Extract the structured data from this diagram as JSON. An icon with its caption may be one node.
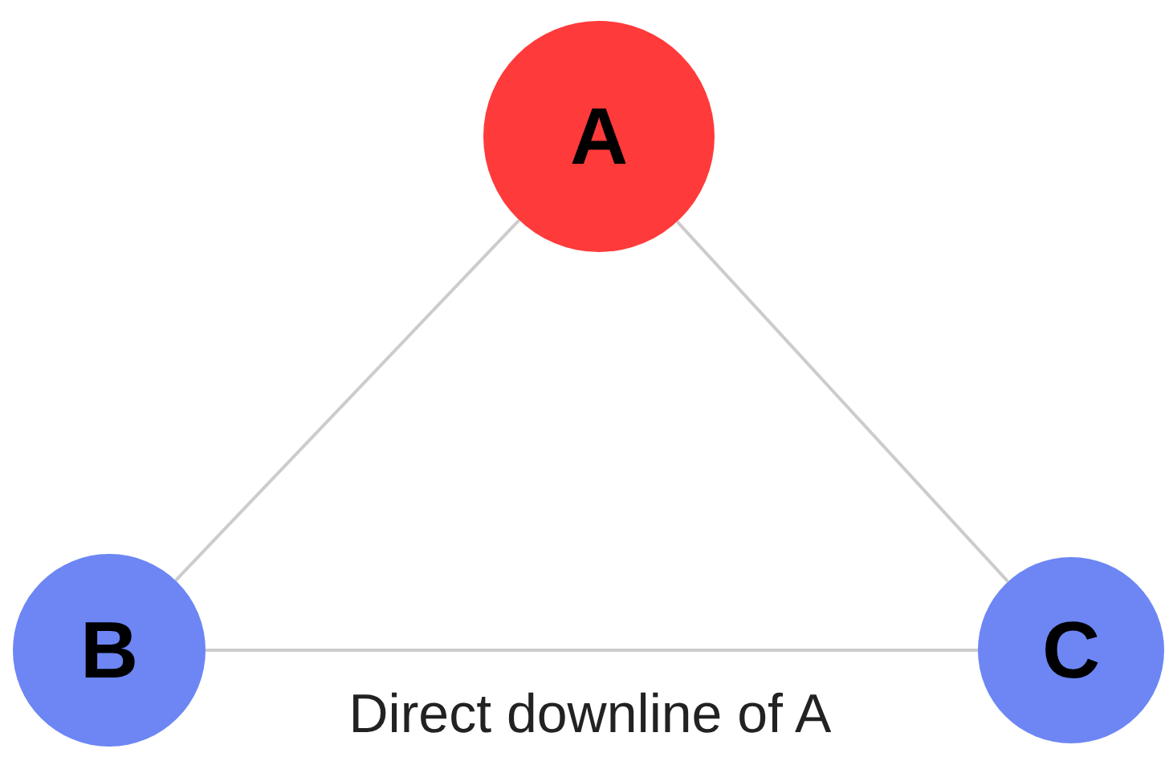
{
  "diagram": {
    "nodes": [
      {
        "text": [
          "A"
        ]
      },
      {
        "text": [
          "B"
        ]
      },
      {
        "text": [
          "C"
        ]
      }
    ],
    "edges": [
      {
        "from": 0,
        "to": 1,
        "arrow": "none"
      },
      {
        "from": 0,
        "to": 2,
        "arrow": "none"
      },
      {
        "from": 1,
        "to": 2,
        "arrow": "none",
        "label": "Direct downline of A"
      }
    ]
  }
}
